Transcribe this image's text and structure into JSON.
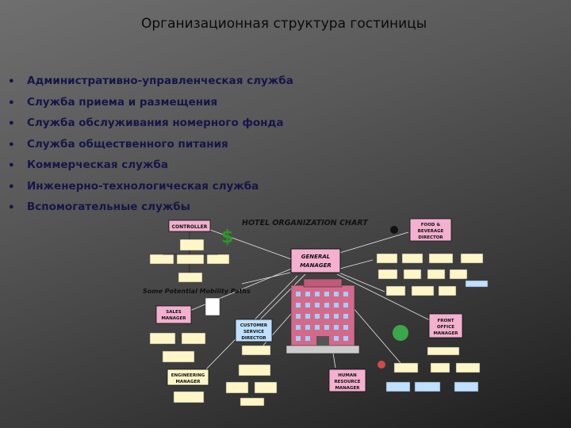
{
  "slide": {
    "title": "Организационная структура гостиницы",
    "bullets": [
      "Административно-управленческая служба",
      "Служба приема и размещения",
      "Служба обслуживания номерного фонда",
      "Служба общественного питания",
      "Коммерческая служба",
      "Инженерно-технологическая служба",
      "Вспомогательные  службы"
    ]
  },
  "chart": {
    "title": "HOTEL ORGANIZATION CHART",
    "subtitle": "Some Potential Mobility Paths",
    "general_manager": "GENERAL\nMANAGER",
    "boxes": {
      "controller": "CONTROLLER",
      "food_beverage": "FOOD &\nBEVERAGE\nDIRECTOR",
      "sales": "SALES\nMANAGER",
      "customer_service": "CUSTOMER\nSERVICE\nDIRECTOR",
      "front_office": "FRONT\nOFFICE\nMANAGER",
      "engineering": "ENGINEERING\nMANAGER",
      "human_resource": "HUMAN\nRESOURCE\nMANAGER"
    },
    "colors": {
      "manager_box": "#f3b0cf",
      "sub_box": "#fff6c8",
      "service_box": "#bfe0ff",
      "link_line": "#e8e8e8"
    }
  }
}
